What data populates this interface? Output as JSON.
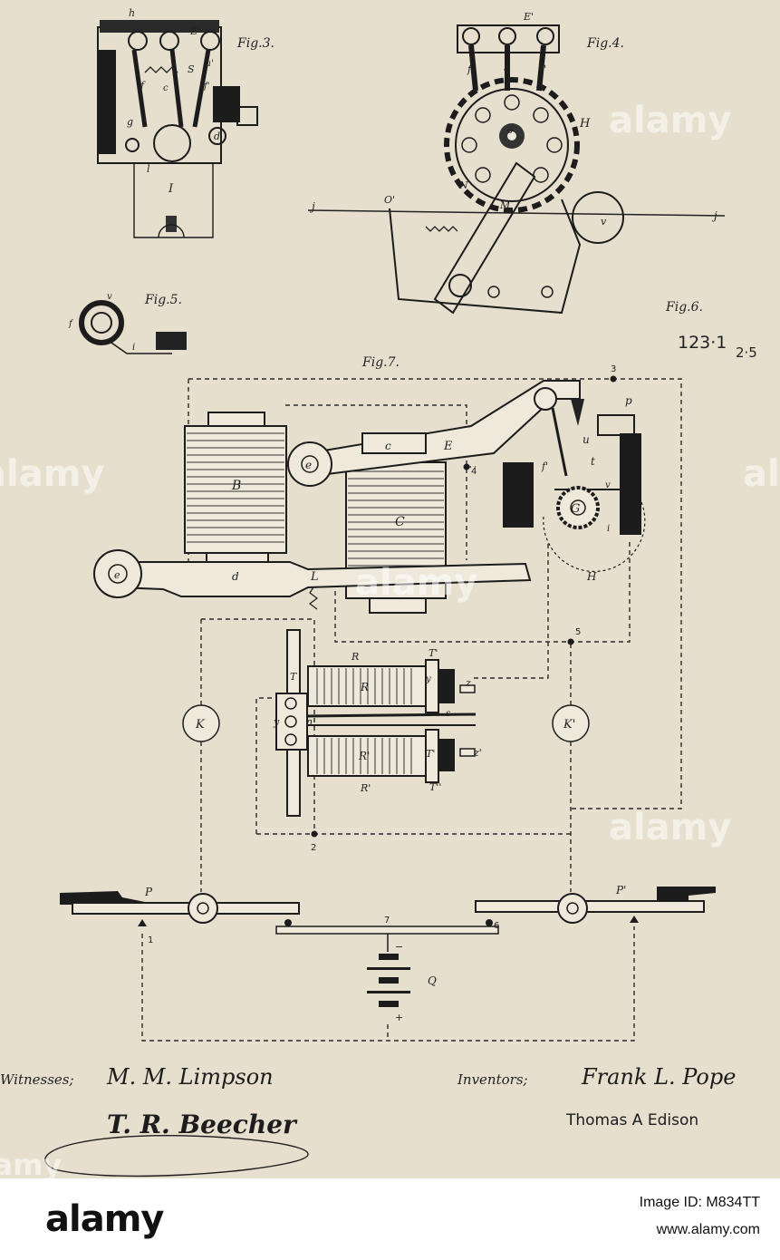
{
  "figures": {
    "fig3": "Fig.3.",
    "fig4": "Fig.4.",
    "fig5": "Fig.5.",
    "fig6": "Fig.6.",
    "fig7": "Fig.7."
  },
  "catalog_number": "123·1",
  "catalog_suffix": "2·5",
  "signatures": {
    "witnesses_label": "Witnesses;",
    "witness_1": "M. M. Limpson",
    "witness_2": "T. R. Beecher",
    "inventors_label": "Inventors;",
    "inventor_1": "Frank L. Pope",
    "inventor_2": "Thomas A Edison"
  },
  "footer": {
    "logo": "alamy",
    "image_id": "Image ID: M834TT",
    "url": "www.alamy.com"
  },
  "watermark": "alamy",
  "labels": {
    "h": "h",
    "E1": "E'",
    "a": "a",
    "a1": "a'",
    "f": "f",
    "f1": "f'",
    "c": "c",
    "S": "S",
    "g": "g",
    "d": "d",
    "l": "l",
    "I": "I",
    "H": "H",
    "j": "j",
    "O": "O'",
    "M": "M",
    "N": "N",
    "o": "o",
    "v": "v",
    "i": "i",
    "B": "B",
    "C": "C",
    "c_arm": "c",
    "e": "e",
    "E": "E",
    "d_bar": "d",
    "L": "L",
    "u": "u",
    "t": "t",
    "p": "p",
    "G": "G",
    "R": "R",
    "R1": "R'",
    "T": "T",
    "T1": "T'",
    "T2": "T''",
    "n": "n",
    "s": "s",
    "z": "z",
    "z1": "z'",
    "y": "y",
    "K": "K",
    "K1": "K'",
    "P": "P",
    "P1": "P'",
    "Q": "Q",
    "minus": "−",
    "plus": "+",
    "n1": "1",
    "n2": "2",
    "n3": "3",
    "n4": "4",
    "n5": "5",
    "n6": "6",
    "n7": "7"
  }
}
